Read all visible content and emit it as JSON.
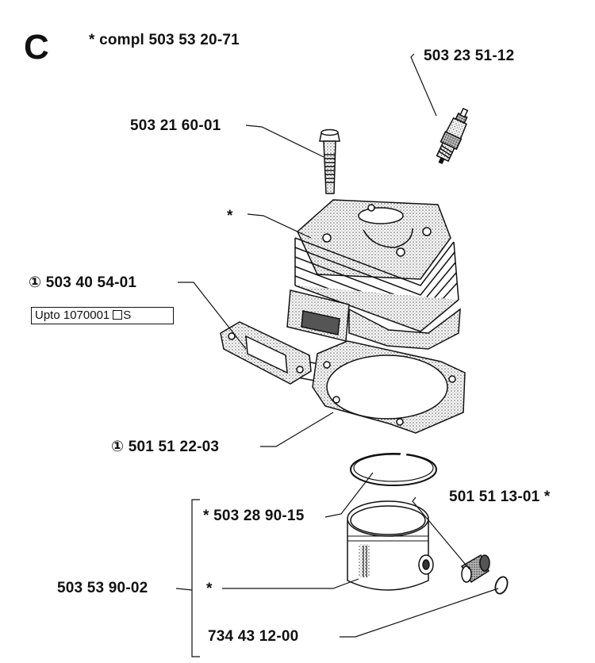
{
  "section": {
    "letter": "C",
    "compl_note": "* compl 503 53 20-71"
  },
  "parts": {
    "spark_plug": "503 23 51-12",
    "bolt": "503 21 60-01",
    "cylinder_star": "*",
    "exhaust_gasket": "① 503 40 54-01",
    "base_gasket": "① 501 51 22-03",
    "needle_bearing": "501 51 13-01 *",
    "piston_ring": "* 503 28 90-15",
    "piston_assembly": "503 53 90-02",
    "piston_star": "*",
    "circlip": "734 43 12-00"
  },
  "note_box": {
    "text": "Upto 1070001",
    "suffix": "S"
  }
}
